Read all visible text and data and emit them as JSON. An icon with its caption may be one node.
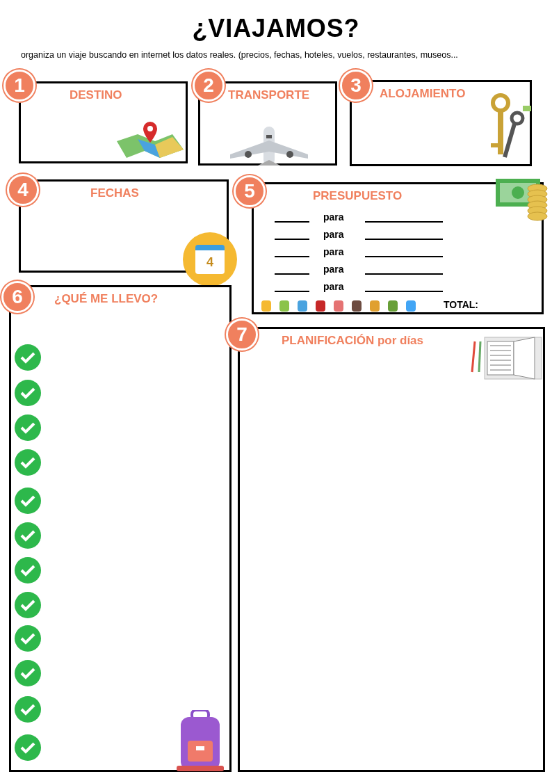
{
  "diagram": {
    "title": "¿VIAJAMOS?",
    "caption": "organiza un viaje buscando en internet los datos reales. (precios, fechas, hoteles, vuelos, restaurantes, museos...",
    "nodes": [
      {
        "text": [
          "1"
        ]
      },
      {
        "text": [
          "DESTINO"
        ]
      },
      {
        "text": [
          "2"
        ]
      },
      {
        "text": [
          "TRANSPORTE"
        ]
      },
      {
        "text": [
          "3"
        ]
      },
      {
        "text": [
          "ALOJAMIENTO"
        ]
      },
      {
        "text": [
          "4"
        ]
      },
      {
        "text": [
          "FECHAS"
        ]
      },
      {
        "text": [
          "5"
        ]
      },
      {
        "text": [
          "PRESUPUESTO",
          "para",
          "para",
          "para",
          "para",
          "para",
          "TOTAL:"
        ]
      },
      {
        "text": [
          "6"
        ]
      },
      {
        "text": [
          "¿QUÉ ME LLEVO?"
        ]
      },
      {
        "text": [
          "7"
        ]
      },
      {
        "text": [
          "PLANIFICACIÓN por días"
        ]
      }
    ],
    "edges": [],
    "labels": [
      "4"
    ]
  }
}
